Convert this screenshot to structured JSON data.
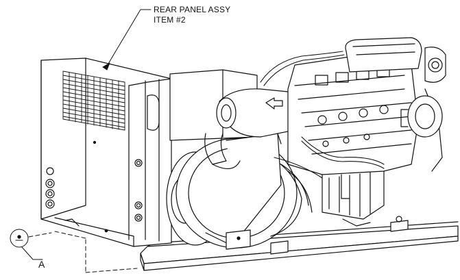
{
  "callout_rear_panel": {
    "line1": "REAR PANEL ASSY",
    "line2": "ITEM #2"
  },
  "callout_detail": {
    "label": "A"
  },
  "colors": {
    "ink": "#111111",
    "paper": "#ffffff"
  }
}
